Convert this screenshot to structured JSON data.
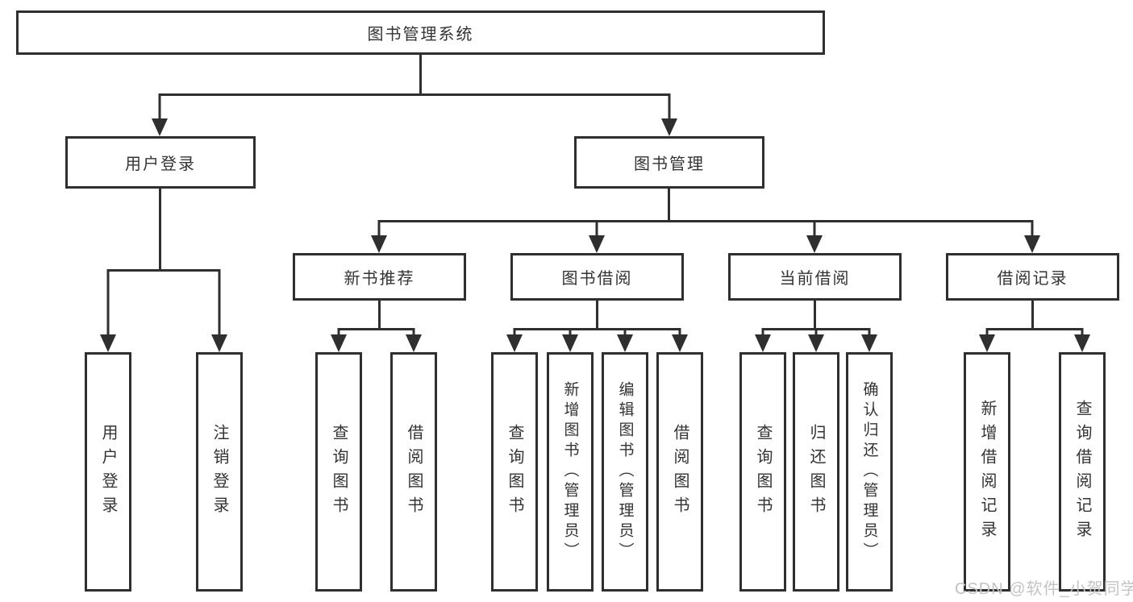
{
  "diagram": {
    "root": {
      "label": "图书管理系统"
    },
    "branches": [
      {
        "label": "用户登录",
        "children": [
          {
            "label": "用户登录"
          },
          {
            "label": "注销登录"
          }
        ]
      },
      {
        "label": "图书管理",
        "children": [
          {
            "label": "新书推荐",
            "children": [
              {
                "label": "查询图书"
              },
              {
                "label": "借阅图书"
              }
            ]
          },
          {
            "label": "图书借阅",
            "children": [
              {
                "label": "查询图书"
              },
              {
                "label": "新增图书（管理员）"
              },
              {
                "label": "编辑图书（管理员）"
              },
              {
                "label": "借阅图书"
              }
            ]
          },
          {
            "label": "当前借阅",
            "children": [
              {
                "label": "查询图书"
              },
              {
                "label": "归还图书"
              },
              {
                "label": "确认归还（管理员）"
              }
            ]
          },
          {
            "label": "借阅记录",
            "children": [
              {
                "label": "新增借阅记录"
              },
              {
                "label": "查询借阅记录"
              }
            ]
          }
        ]
      }
    ]
  },
  "watermark": {
    "text": "CSDN @软件_小贺同学"
  },
  "colors": {
    "line": "#2f2f2f",
    "text": "#333333",
    "background": "#ffffff",
    "watermark": "#c3c3c3"
  }
}
